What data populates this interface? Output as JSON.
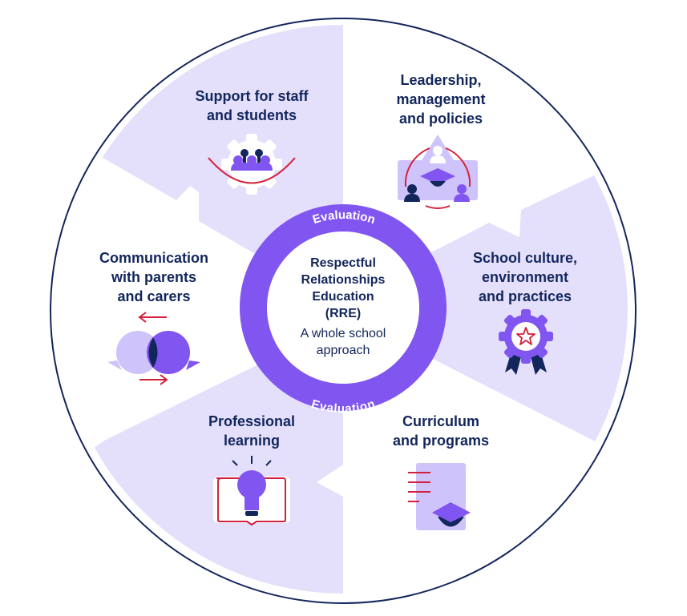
{
  "center": {
    "title": "Respectful\nRelationships\nEducation\n(RRE)",
    "subtitle": "A whole school\napproach",
    "ring_label_top": "Evaluation",
    "ring_label_bottom": "Evaluation"
  },
  "segments": [
    {
      "id": "support",
      "label": "Support for staff\nand students",
      "icon": "people-gear-icon"
    },
    {
      "id": "leadership",
      "label": "Leadership,\nmanagement\nand policies",
      "icon": "leadership-meeting-icon"
    },
    {
      "id": "culture",
      "label": "School culture,\nenvironment\nand practices",
      "icon": "award-rosette-icon"
    },
    {
      "id": "curriculum",
      "label": "Curriculum\nand programs",
      "icon": "document-graduation-cap-icon"
    },
    {
      "id": "professional",
      "label": "Professional\nlearning",
      "icon": "lightbulb-book-icon"
    },
    {
      "id": "communication",
      "label": "Communication\nwith parents\nand carers",
      "icon": "speech-bubbles-exchange-icon"
    }
  ],
  "colors": {
    "navy": "#13265c",
    "purple": "#8155f0",
    "lavender": "#e4e0fb",
    "light_purple": "#cfc3fb",
    "red": "#d4203b",
    "white": "#ffffff"
  }
}
